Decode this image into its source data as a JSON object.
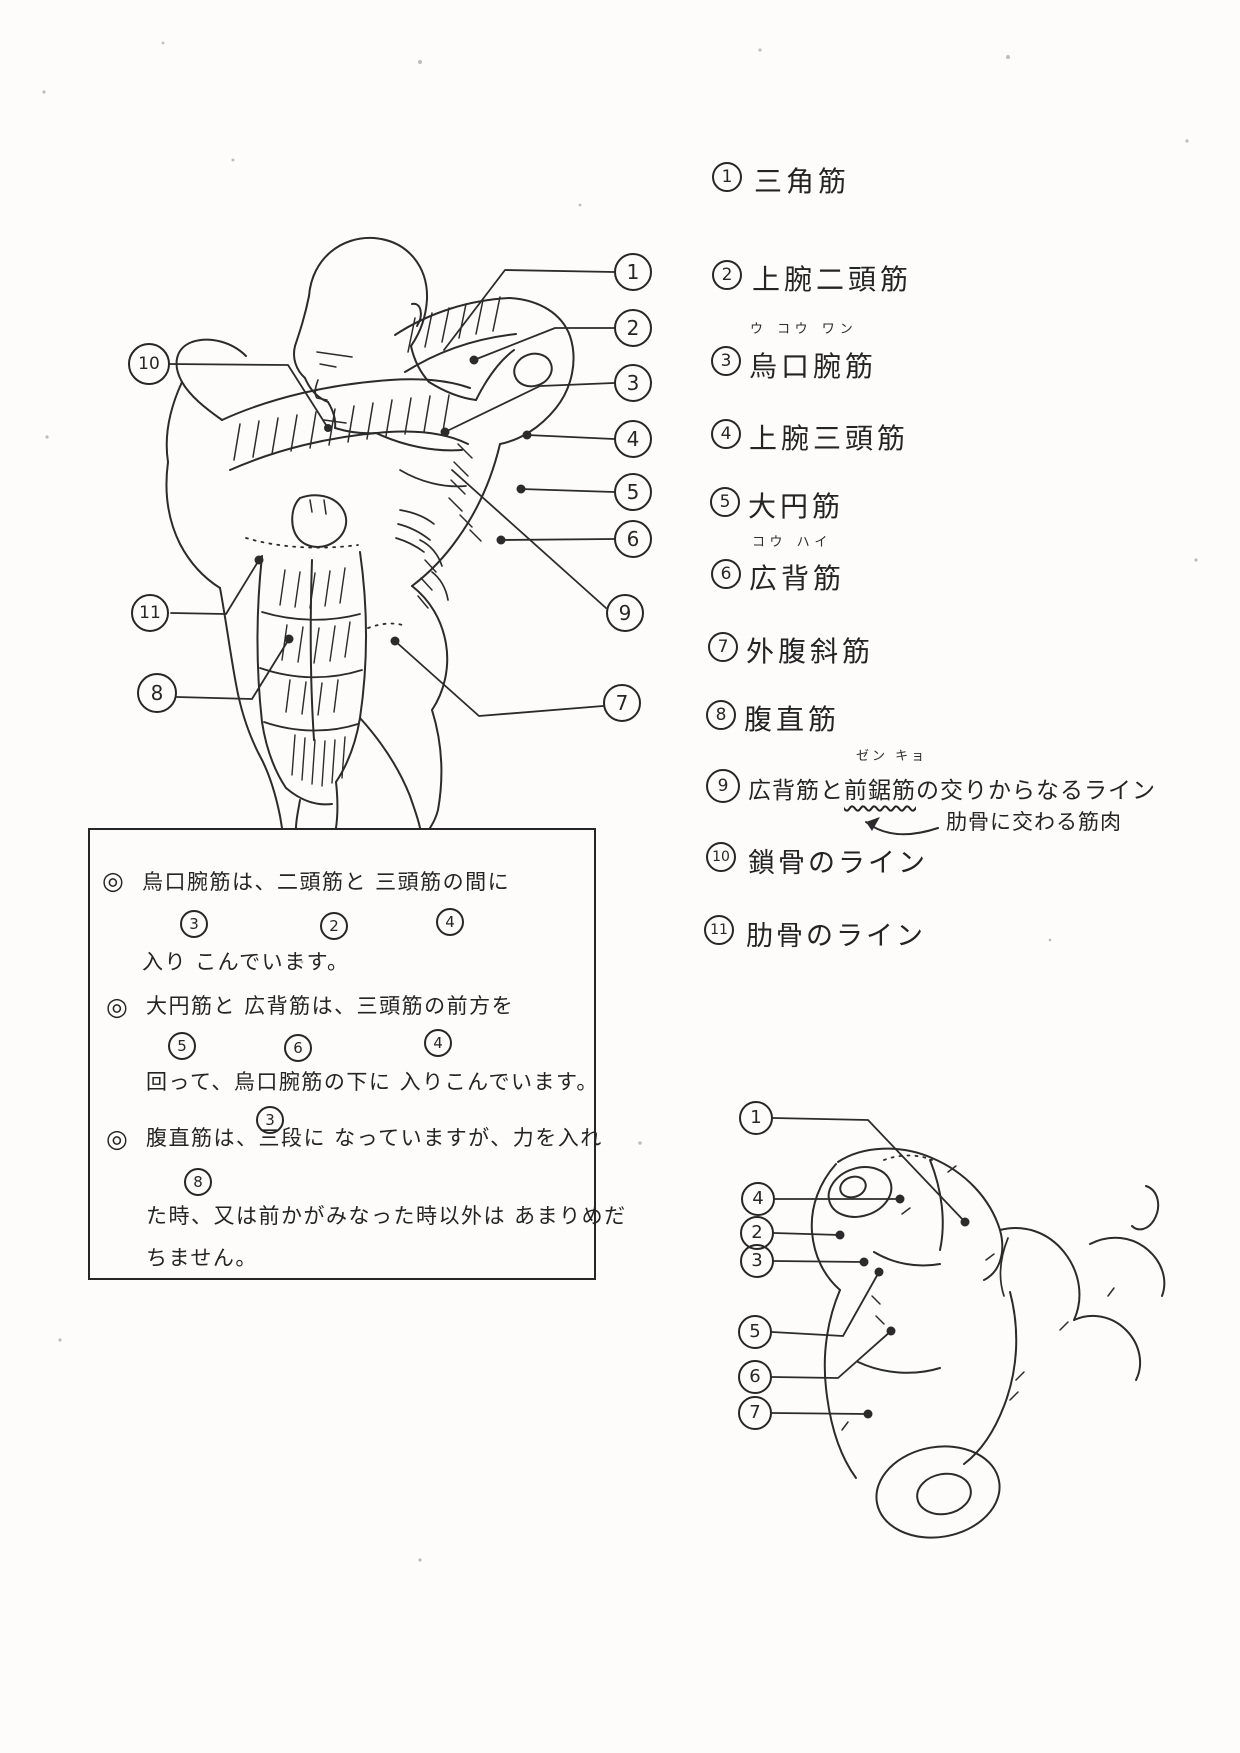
{
  "page": {
    "type": "scanned hand-drawn anatomy reference sheet",
    "paper_color": "#fdfcfa",
    "ink_color": "#262626"
  },
  "legend": {
    "items": [
      {
        "num": "1",
        "label": "三角筋"
      },
      {
        "num": "2",
        "label": "上腕二頭筋"
      },
      {
        "num": "3",
        "label": "烏口腕筋",
        "furigana": "ウ コウ ワン"
      },
      {
        "num": "4",
        "label": "上腕三頭筋"
      },
      {
        "num": "5",
        "label": "大円筋"
      },
      {
        "num": "6",
        "label": "広背筋",
        "furigana": "コウ ハイ"
      },
      {
        "num": "7",
        "label": "外腹斜筋"
      },
      {
        "num": "8",
        "label": "腹直筋"
      },
      {
        "num": "9",
        "prefix": "広背筋と",
        "highlight": "前鋸筋",
        "suffix": "の交りからなるライン",
        "furigana": "ゼン キョ",
        "annotation": "肋骨に交わる筋肉"
      },
      {
        "num": "10",
        "label": "鎖骨のライン"
      },
      {
        "num": "11",
        "label": "肋骨のライン"
      }
    ]
  },
  "notes_box": {
    "bullets": [
      {
        "marker": "◎",
        "line1": "烏口腕筋は、二頭筋と 三頭筋の間に",
        "line2": "入り こんでいます。",
        "refs": [
          {
            "num": "3"
          },
          {
            "num": "2"
          },
          {
            "num": "4"
          }
        ]
      },
      {
        "marker": "◎",
        "line1": "大円筋と 広背筋は、三頭筋の前方を",
        "line2": "回って、烏口腕筋の下に 入りこんでいます。",
        "refs": [
          {
            "num": "5"
          },
          {
            "num": "6"
          },
          {
            "num": "4"
          },
          {
            "num": "3"
          }
        ]
      },
      {
        "marker": "◎",
        "line1": "腹直筋は、三段に なっていますが、力を入れ",
        "line2": "た時、又は前かがみなった時以外は あまりめだ",
        "line3": "ちません。",
        "refs": [
          {
            "num": "8"
          }
        ]
      }
    ]
  },
  "figure_main": {
    "description": "muscular male torso, arms crossed, three-quarter view",
    "callouts": [
      {
        "num": "1"
      },
      {
        "num": "2"
      },
      {
        "num": "3"
      },
      {
        "num": "4"
      },
      {
        "num": "5"
      },
      {
        "num": "6"
      },
      {
        "num": "9"
      },
      {
        "num": "7"
      },
      {
        "num": "10"
      },
      {
        "num": "11"
      },
      {
        "num": "8"
      }
    ]
  },
  "figure_small": {
    "description": "shoulder and torso study from above with arm cross-sections",
    "callouts": [
      {
        "num": "1"
      },
      {
        "num": "4"
      },
      {
        "num": "2"
      },
      {
        "num": "3"
      },
      {
        "num": "5"
      },
      {
        "num": "6"
      },
      {
        "num": "7"
      }
    ]
  }
}
